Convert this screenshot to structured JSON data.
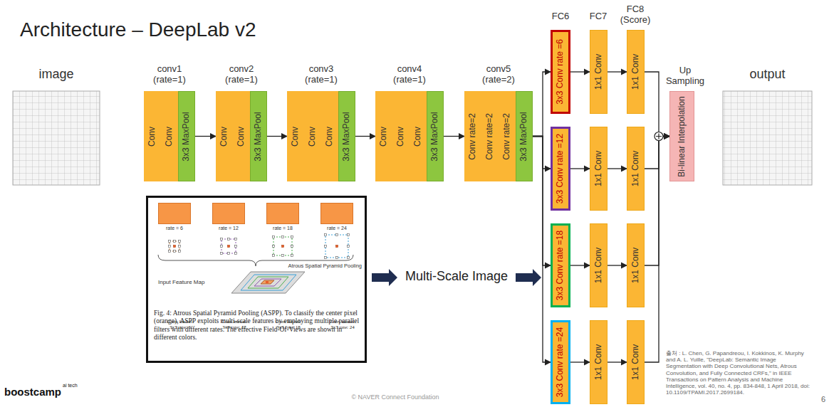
{
  "diagram": {
    "title": "Architecture – DeepLab v2",
    "nodes": [
      {
        "text": [
          "image"
        ]
      },
      {
        "text": [
          "Conv"
        ]
      },
      {
        "text": [
          "Conv"
        ]
      },
      {
        "text": [
          "3x3 MaxPool"
        ]
      },
      {
        "text": [
          "Conv"
        ]
      },
      {
        "text": [
          "Conv"
        ]
      },
      {
        "text": [
          "3x3 MaxPool"
        ]
      },
      {
        "text": [
          "Conv"
        ]
      },
      {
        "text": [
          "Conv"
        ]
      },
      {
        "text": [
          "Conv"
        ]
      },
      {
        "text": [
          "3x3 MaxPool"
        ]
      },
      {
        "text": [
          "Conv"
        ]
      },
      {
        "text": [
          "Conv"
        ]
      },
      {
        "text": [
          "Conv"
        ]
      },
      {
        "text": [
          "3x3 MaxPool"
        ]
      },
      {
        "text": [
          "Conv rate=2"
        ]
      },
      {
        "text": [
          "Conv rate=2"
        ]
      },
      {
        "text": [
          "Conv rate=2"
        ]
      },
      {
        "text": [
          "3x3 MaxPool"
        ]
      },
      {
        "text": [
          "3x3 Conv rate =6"
        ]
      },
      {
        "text": [
          "3x3 Conv rate =12"
        ]
      },
      {
        "text": [
          "3x3 Conv rate =18"
        ]
      },
      {
        "text": [
          "3x3 Conv rate =24"
        ]
      },
      {
        "text": [
          "1x1 Conv"
        ]
      },
      {
        "text": [
          "1x1 Conv"
        ]
      },
      {
        "text": [
          "1x1 Conv"
        ]
      },
      {
        "text": [
          "1x1 Conv"
        ]
      },
      {
        "text": [
          "1x1 Conv"
        ]
      },
      {
        "text": [
          "1x1 Conv"
        ]
      },
      {
        "text": [
          "1x1 Conv"
        ]
      },
      {
        "text": [
          "1x1 Conv"
        ]
      },
      {
        "text": [
          "Bi-linear Interpolation"
        ]
      },
      {
        "text": [
          "output"
        ]
      },
      {
        "text": [
          "Fig. 4: Atrous Spatial Pyramid Pooling (ASPP). To classify the center pixel (orange), ASPP exploits multi-scale features by employing multiple parallel filters with different rates. The effective Field-Of-Views are shown in different colors."
        ]
      },
      {
        "text": [
          "Conv kernel: 3x3 rate: 6"
        ],
        "in": 33
      },
      {
        "text": [
          "Conv kernel: 3x3 rate: 12"
        ],
        "in": 33
      },
      {
        "text": [
          "Conv kernel: 3x3 rate: 18"
        ],
        "in": 33
      },
      {
        "text": [
          "Conv kernel: 3x3 rate: 24"
        ],
        "in": 33
      }
    ],
    "edges": [
      {
        "from": 3,
        "to": 4,
        "arrow": "to"
      },
      {
        "from": 6,
        "to": 7,
        "arrow": "to"
      },
      {
        "from": 10,
        "to": 11,
        "arrow": "to"
      },
      {
        "from": 14,
        "to": 15,
        "arrow": "to"
      },
      {
        "from": 18,
        "to": 19,
        "arrow": "to"
      },
      {
        "from": 18,
        "to": 20,
        "arrow": "to"
      },
      {
        "from": 18,
        "to": 21,
        "arrow": "to"
      },
      {
        "from": 18,
        "to": 22,
        "arrow": "to"
      },
      {
        "from": 19,
        "to": 23,
        "arrow": "to"
      },
      {
        "from": 20,
        "to": 24,
        "arrow": "to"
      },
      {
        "from": 21,
        "to": 25,
        "arrow": "to"
      },
      {
        "from": 22,
        "to": 26,
        "arrow": "to"
      },
      {
        "from": 23,
        "to": 27,
        "arrow": "to"
      },
      {
        "from": 24,
        "to": 28,
        "arrow": "to"
      },
      {
        "from": 25,
        "to": 29,
        "arrow": "to"
      },
      {
        "from": 26,
        "to": 30,
        "arrow": "to"
      },
      {
        "from": 27,
        "to": 31,
        "arrow": "to"
      },
      {
        "from": 28,
        "to": 31,
        "arrow": "to"
      },
      {
        "from": 29,
        "to": 31,
        "arrow": "to"
      },
      {
        "from": 30,
        "to": 31,
        "arrow": "to"
      }
    ],
    "labels": [
      "conv1 (rate=1)",
      "conv2 (rate=1)",
      "conv3 (rate=1)",
      "conv4 (rate=1)",
      "conv5 (rate=2)",
      "FC6",
      "FC7",
      "FC8 (Score)",
      "Up Sampling",
      "rate = 6",
      "rate = 12",
      "rate = 18",
      "rate = 24",
      "Atrous Spatial Pyramid Pooling",
      "Input Feature Map",
      "Multi-Scale Image",
      "boostcamp",
      "ai tech",
      "© NAVER Connect Foundation",
      "출처 : L. Chen, G. Papandreou, I. Kokkinos, K. Murphy and A. L. Yuille, \"DeepLab: Semantic Image Segmentation with Deep Convolutional Nets, Atrous Convolution, and Fully Connected CRFs,\" in IEEE Transactions on Pattern Analysis and Machine Intelligence, vol. 40, no. 4, pp. 834-848, 1 April 2018, doi: 10.1109/TPAMI.2017.2699184.",
      "6"
    ]
  }
}
